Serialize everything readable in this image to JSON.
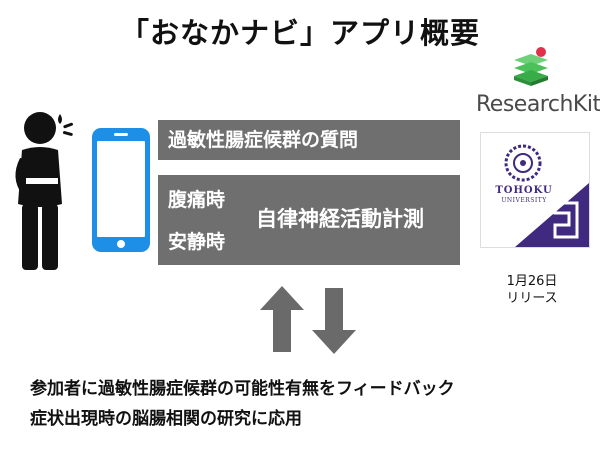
{
  "title": "「おなかナビ」アプリ概要",
  "box_questionnaire": "過敏性腸症候群の質問",
  "box_measure": {
    "pain_label": "腹痛時",
    "rest_label": "安静時",
    "measure_label": "自律神経活動計測"
  },
  "researchkit_label": "ResearchKit",
  "university_logo": {
    "name": "TOHOKU",
    "sub": "UNIVERSITY"
  },
  "release": {
    "date": "1月26日",
    "text": "リリース"
  },
  "bottom_lines": [
    "参加者に過敏性腸症候群の可能性有無をフィードバック",
    "症状出現時の脳腸相関の研究に応用"
  ],
  "colors": {
    "box_gray": "#6f6f6f",
    "phone_blue": "#1e8fe6",
    "arrow_gray": "#6a6a6a",
    "tohoku_purple": "#3f2a80"
  }
}
